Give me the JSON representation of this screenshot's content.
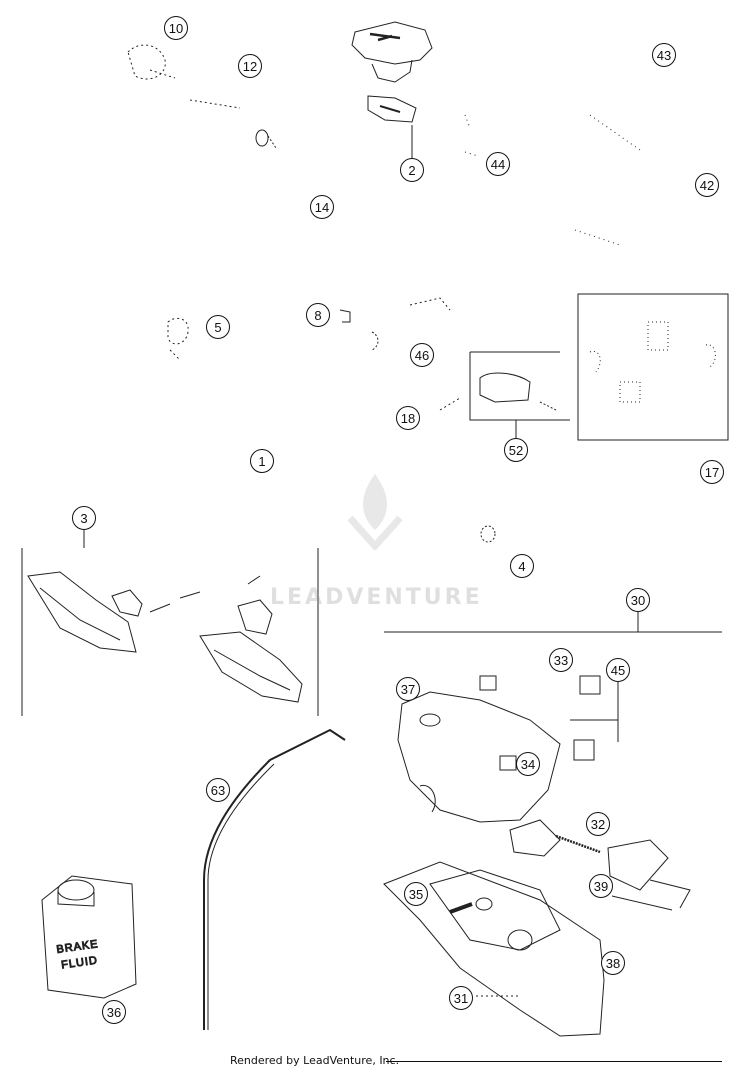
{
  "callouts": [
    "10",
    "12",
    "2",
    "44",
    "43",
    "42",
    "14",
    "5",
    "8",
    "46",
    "18",
    "52",
    "17",
    "1",
    "3",
    "4",
    "30",
    "33",
    "45",
    "37",
    "34",
    "63",
    "32",
    "39",
    "35",
    "38",
    "31",
    "36"
  ],
  "bottle": {
    "line1": "BRAKE",
    "line2": "FLUID"
  },
  "watermark": "LEADVENTURE",
  "footer": "Rendered by LeadVenture, Inc."
}
